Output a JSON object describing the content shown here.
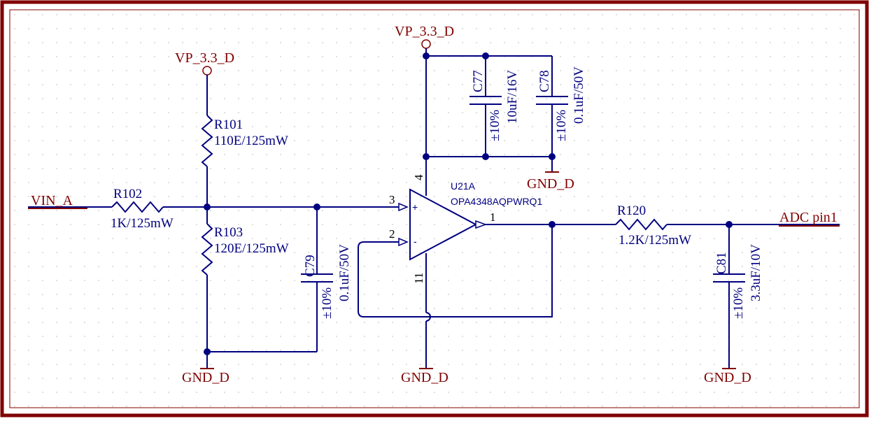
{
  "colors": {
    "border": "#800000",
    "wire": "#000080",
    "net_label": "#800000",
    "grid_dot": "#c8c8c8"
  },
  "net_labels": {
    "vp_left": "VP_3.3_D",
    "vp_top": "VP_3.3_D",
    "gnd_left": "GND_D",
    "gnd_center": "GND_D",
    "gnd_right": "GND_D",
    "gnd_caps": "GND_D",
    "vin": "VIN_A",
    "adc": "ADC pin1"
  },
  "components": {
    "r101": {
      "ref": "R101",
      "value": "110E/125mW"
    },
    "r102": {
      "ref": "R102",
      "value": "1K/125mW"
    },
    "r103": {
      "ref": "R103",
      "value": "120E/125mW"
    },
    "r120": {
      "ref": "R120",
      "value": "1.2K/125mW"
    },
    "c77": {
      "ref": "C77",
      "tolerance": "±10%",
      "value": "10uF/16V"
    },
    "c78": {
      "ref": "C78",
      "tolerance": "±10%",
      "value": "0.1uF/50V"
    },
    "c79": {
      "ref": "C79",
      "tolerance": "±10%",
      "value": "0.1uF/50V"
    },
    "c81": {
      "ref": "C81",
      "tolerance": "±10%",
      "value": "3.3uF/10V"
    },
    "u21a": {
      "ref": "U21A",
      "part": "OPA4348AQPWRQ1",
      "pins": {
        "vplus": "4",
        "in_plus": "3",
        "in_minus": "2",
        "out": "1",
        "vminus": "11"
      },
      "plus_sign": "+",
      "minus_sign": "-"
    }
  }
}
